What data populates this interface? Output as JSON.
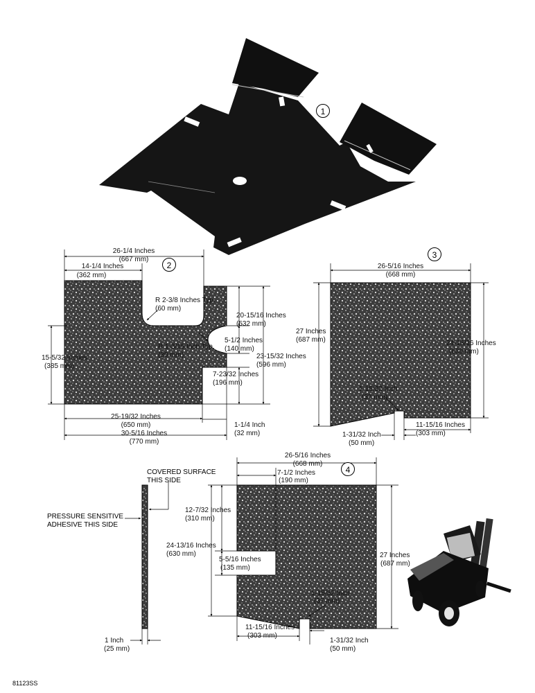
{
  "callouts": {
    "c1": "1",
    "c2": "2",
    "c3": "3",
    "c4": "4"
  },
  "figure_id": "81123SS",
  "part2": {
    "overall_width_in": "26-1/4 Inches",
    "overall_width_mm": "(667 mm)",
    "notch_width_in": "14-1/4 Inches",
    "notch_width_mm": "(362 mm)",
    "radius_large_in": "R 2-3/8 Inches Typ.",
    "radius_large_mm": "(60 mm)",
    "radius_small_in": "R 1-3/16 Inch Typ.",
    "radius_small_mm": "(30 mm)",
    "height_a_in": "20-15/16 Inches",
    "height_a_mm": "(532 mm)",
    "height_b_in": "5-1/2 Inches",
    "height_b_mm": "(140 mm)",
    "height_c_in": "23-15/32 Inches",
    "height_c_mm": "(596 mm)",
    "height_d_in": "7-23/32 Inches",
    "height_d_mm": "(196 mm)",
    "left_height_in": "15-5/32 Inches",
    "left_height_mm": "(385 mm)",
    "bottom_a_in": "25-19/32 Inches",
    "bottom_a_mm": "(650 mm)",
    "bottom_b_in": "30-5/16 Inches",
    "bottom_b_mm": "(770 mm)",
    "offset_in": "1-1/4 Inch",
    "offset_mm": "(32 mm)"
  },
  "part3": {
    "width_in": "26-5/16 Inches",
    "width_mm": "(668 mm)",
    "left_height_in": "27 Inches",
    "left_height_mm": "(687 mm)",
    "right_height_in": "24-13/16 Inches",
    "right_height_mm": "(630 mm)",
    "notch_in": "1-15/32 Inch",
    "notch_mm": "(37 mm)",
    "bottom_in": "11-15/16 Inches",
    "bottom_mm": "(303 mm)",
    "notch_w_in": "1-31/32 Inch",
    "notch_w_mm": "(50 mm)"
  },
  "part4": {
    "width_in": "26-5/16 Inches",
    "width_mm": "(668 mm)",
    "top_off_in": "7-1/2 Inches",
    "top_off_mm": "(190 mm)",
    "upper_in": "12-7/32 Inches",
    "upper_mm": "(310 mm)",
    "left_height_in": "24-13/16 Inches",
    "left_height_mm": "(630 mm)",
    "cut_in": "5-5/16 Inches",
    "cut_mm": "(135 mm)",
    "right_height_in": "27 Inches",
    "right_height_mm": "(687 mm)",
    "notch_in": "1-15/32 Inch",
    "notch_mm": "(37 mm)",
    "bottom_in": "11-15/16 Inches",
    "bottom_mm": "(303 mm)",
    "notch_w_in": "1-31/32 Inch",
    "notch_w_mm": "(50 mm)"
  },
  "section": {
    "covered_1": "COVERED SURFACE",
    "covered_2": "THIS SIDE",
    "adhesive_1": "PRESSURE SENSITIVE",
    "adhesive_2": "ADHESIVE THIS SIDE",
    "thickness_in": "1 Inch",
    "thickness_mm": "(25 mm)"
  }
}
